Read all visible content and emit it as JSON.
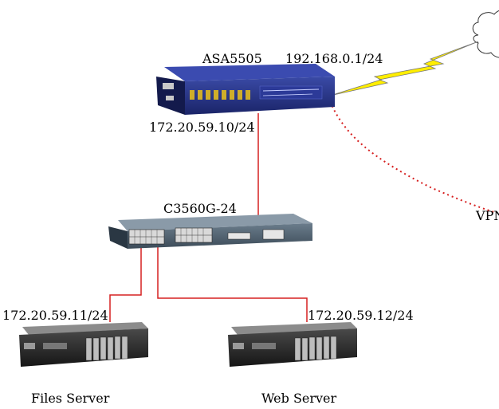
{
  "labels": {
    "firewall": "ASA5505",
    "wan_ip": "192.168.0.1/24",
    "firewall_inside_ip": "172.20.59.10/24",
    "switch": "C3560G-24",
    "vpn": "VPN",
    "files_server_ip": "172.20.59.11/24",
    "web_server_ip": "172.20.59.12/24",
    "files_server": "Files Server",
    "web_server": "Web Server"
  },
  "colors": {
    "link": "#d62020",
    "vpn_link": "#d62020",
    "wan_bolt": "#ffee00",
    "firewall_body": "#1e2a78",
    "switch_body": "#2e3e4c"
  }
}
